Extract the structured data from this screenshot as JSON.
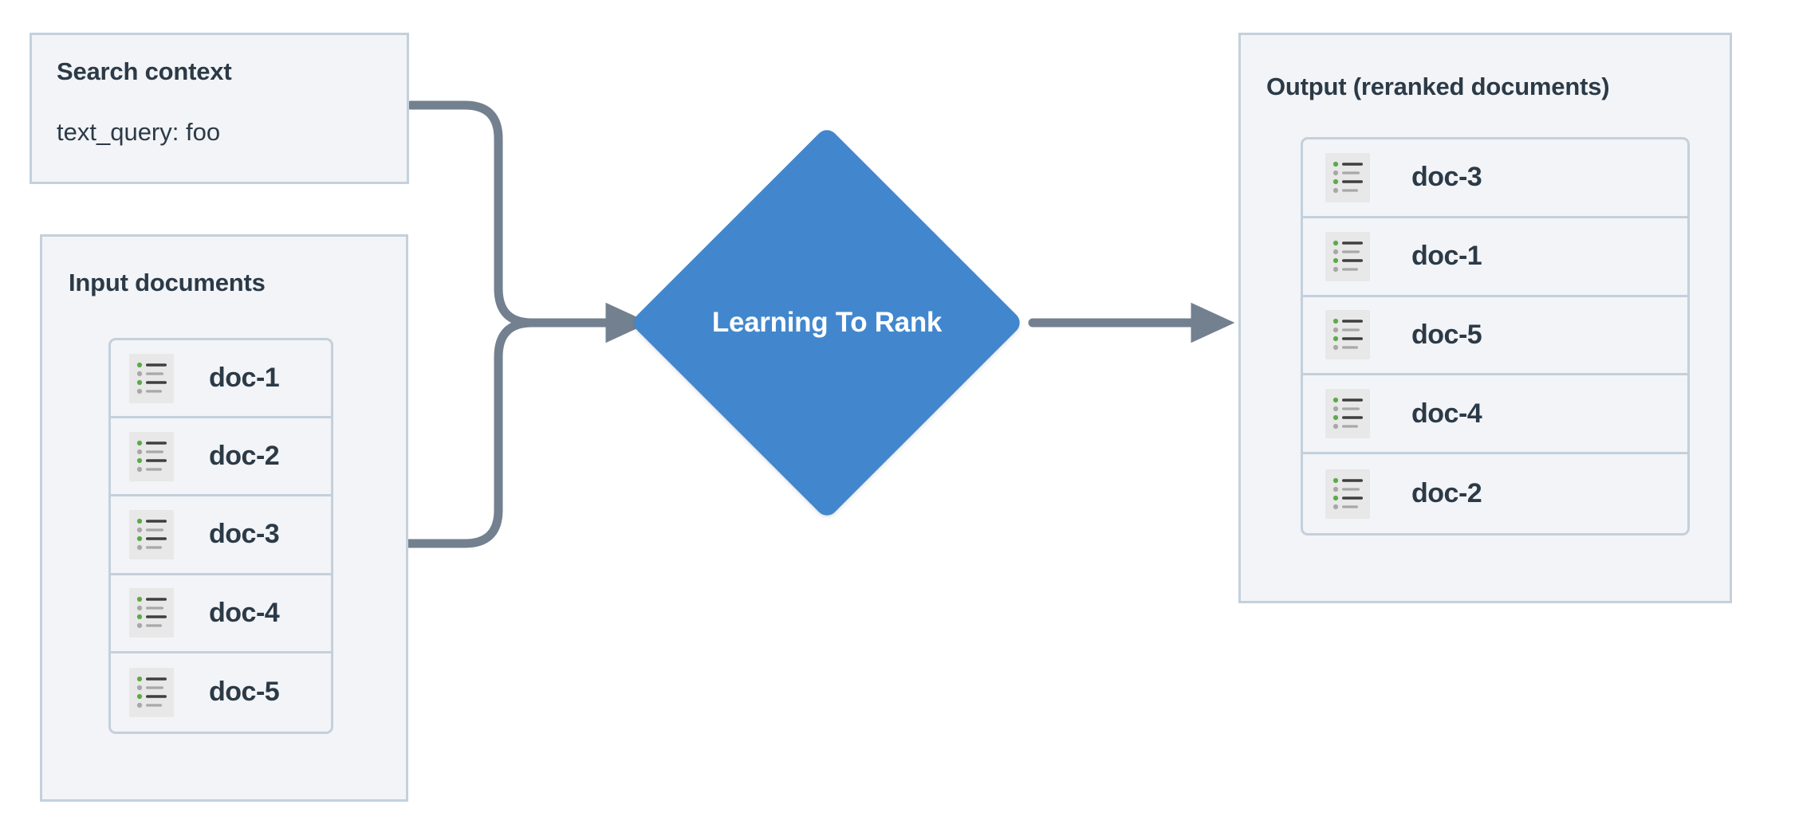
{
  "diagram": {
    "title": "Learning To Rank reranking flow",
    "colors": {
      "panel_fill": "#f2f4f7",
      "panel_border": "#c4d0dc",
      "text": "#2c3a47",
      "node_blue": "#4287cd",
      "connector": "#73808f",
      "icon_bg": "#e8e8e8",
      "icon_green": "#5cab4a",
      "icon_gray": "#a8a8a8",
      "icon_dark": "#3f3f3f"
    }
  },
  "search_context": {
    "title": "Search context",
    "query_line": "text_query: foo"
  },
  "input_documents": {
    "title": "Input documents",
    "docs": [
      {
        "label": "doc-1",
        "icon": "document-list-icon"
      },
      {
        "label": "doc-2",
        "icon": "document-list-icon"
      },
      {
        "label": "doc-3",
        "icon": "document-list-icon"
      },
      {
        "label": "doc-4",
        "icon": "document-list-icon"
      },
      {
        "label": "doc-5",
        "icon": "document-list-icon"
      }
    ]
  },
  "ltr_node": {
    "label": "Learning To Rank",
    "shape": "diamond"
  },
  "output": {
    "title": "Output (reranked documents)",
    "docs": [
      {
        "label": "doc-3",
        "icon": "document-list-icon"
      },
      {
        "label": "doc-1",
        "icon": "document-list-icon"
      },
      {
        "label": "doc-5",
        "icon": "document-list-icon"
      },
      {
        "label": "doc-4",
        "icon": "document-list-icon"
      },
      {
        "label": "doc-2",
        "icon": "document-list-icon"
      }
    ]
  },
  "connectors": [
    {
      "from": "search-context",
      "to": "ltr-node",
      "style": "elbow-arrow"
    },
    {
      "from": "input-documents",
      "to": "ltr-node",
      "style": "elbow-arrow"
    },
    {
      "from": "ltr-node",
      "to": "output",
      "style": "straight-arrow"
    }
  ]
}
